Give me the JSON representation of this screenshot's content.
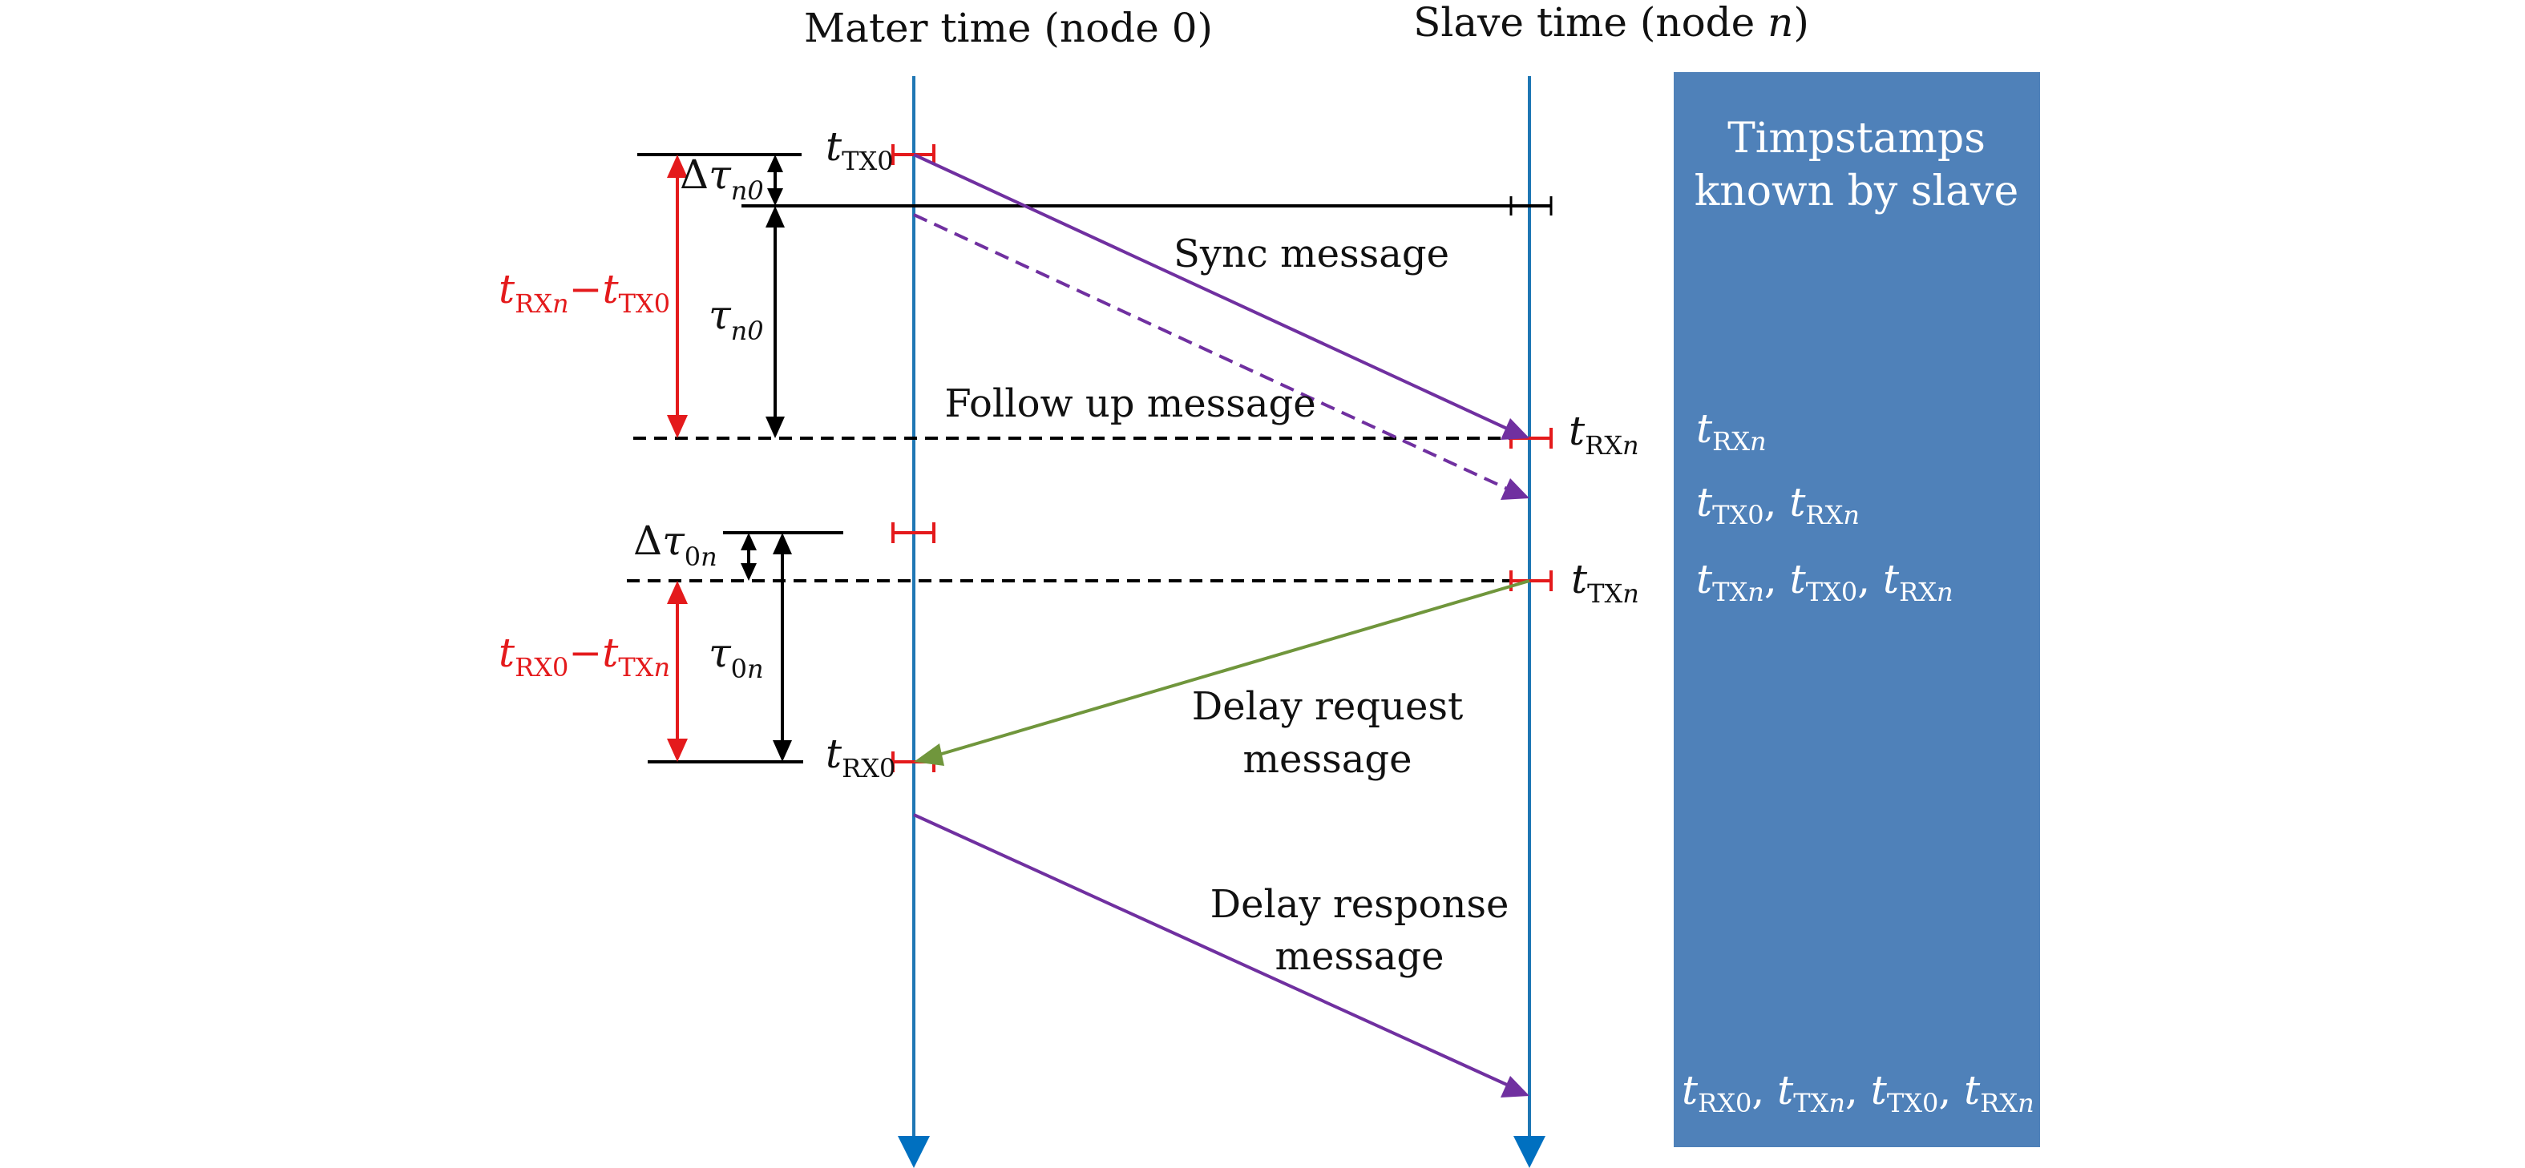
{
  "titles": {
    "master": "Mater time (node 0)",
    "slave_prefix": "Slave time (node ",
    "slave_var": "n",
    "slave_suffix": ")"
  },
  "messages": {
    "sync": "Sync message",
    "follow_up": "Follow up message",
    "delay_request_line1": "Delay request",
    "delay_request_line2": "message",
    "delay_response_line1": "Delay response",
    "delay_response_line2": "message"
  },
  "timestamps": {
    "t": "t",
    "tx0": "TX0",
    "rx0": "RX0",
    "rxn_base": "RX",
    "txn_base": "TX",
    "n": "n"
  },
  "intervals": {
    "delta": "Δ",
    "tau": "τ",
    "sub_n0": "n0",
    "sub_0n_zero": "0",
    "sub_0n_n": "n",
    "minus": "−"
  },
  "panel": {
    "title_line1": "Timpstamps",
    "title_line2": "known by slave",
    "rows": [
      "t_RXn",
      "t_TX0, t_RXn",
      "t_TXn, t_TX0, t_RXn",
      "t_RX0, t_TXn, t_TX0, t_RXn"
    ],
    "comma": ","
  },
  "colors": {
    "axis": "#1f77b4",
    "axis_arrow": "#0070c0",
    "message_purple": "#7030a0",
    "message_green": "#70963c",
    "timestamp_red": "#e41a1c",
    "panel": "#4f81b9",
    "black": "#000000"
  }
}
